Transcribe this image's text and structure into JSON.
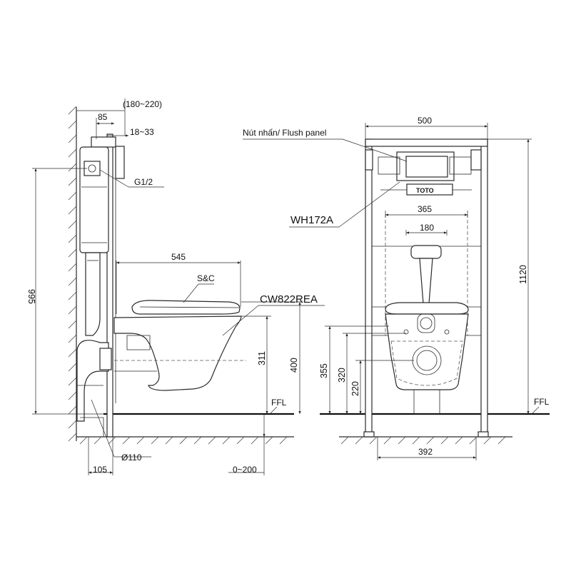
{
  "side_view": {
    "dim_mount_range": "(180~220)",
    "dim_85": "85",
    "dim_18_33": "18~33",
    "label_g12": "G1/2",
    "dim_545": "545",
    "label_sc": "S&C",
    "label_model": "CW822REA",
    "dim_995": "995",
    "dim_311": "311",
    "dim_400": "400",
    "label_ffl": "FFL",
    "label_pipe": "Ø110",
    "dim_105": "105",
    "dim_0_200": "0~200"
  },
  "front_view": {
    "dim_500": "500",
    "label_flush_panel": "Nút nhấn/ Flush panel",
    "label_frame_model": "WH172A",
    "dim_365": "365",
    "dim_180": "180",
    "dim_1120": "1120",
    "dim_355": "355",
    "dim_320": "320",
    "dim_220": "220",
    "label_ffl": "FFL",
    "dim_392": "392",
    "brand_plate": "TOTO"
  }
}
